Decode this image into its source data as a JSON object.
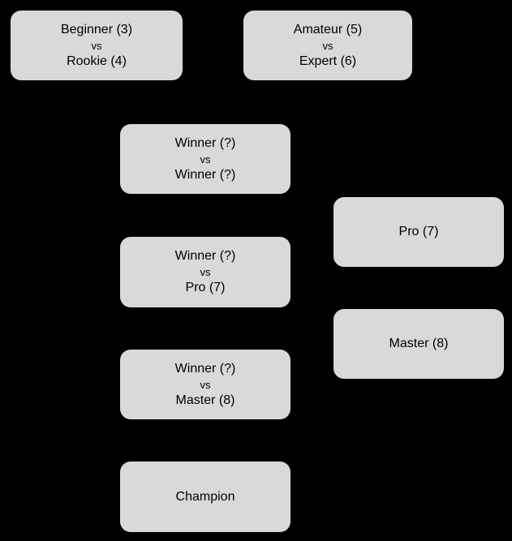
{
  "diagram": {
    "type": "tournament-bracket-flowchart",
    "background_color": "#000000",
    "node_fill_color": "#d9d9d9",
    "node_text_color": "#000000",
    "nodes": {
      "match1": {
        "top": "Beginner (3)",
        "mid": "vs",
        "bottom": "Rookie (4)"
      },
      "match2": {
        "top": "Amateur (5)",
        "mid": "vs",
        "bottom": "Expert (6)"
      },
      "semifinal": {
        "top": "Winner (?)",
        "mid": "vs",
        "bottom": "Winner (?)"
      },
      "pro": {
        "label": "Pro (7)"
      },
      "round3": {
        "top": "Winner (?)",
        "mid": "vs",
        "bottom": "Pro (7)"
      },
      "master": {
        "label": "Master (8)"
      },
      "final": {
        "top": "Winner (?)",
        "mid": "vs",
        "bottom": "Master (8)"
      },
      "champion": {
        "label": "Champion"
      }
    }
  }
}
